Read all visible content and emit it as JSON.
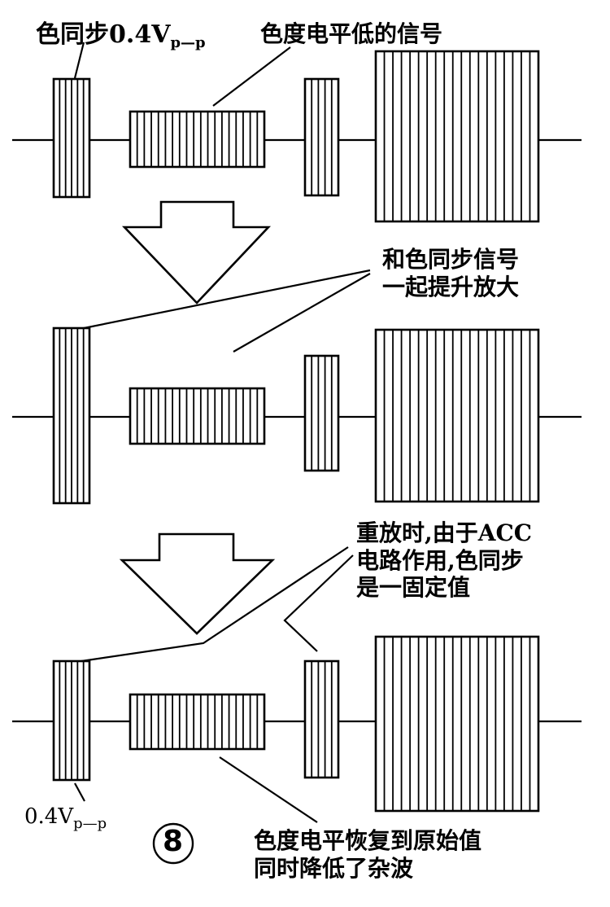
{
  "rows": [
    {
      "name": "row-original",
      "pulses": [
        {
          "name": "color-burst",
          "stripes": 5
        },
        {
          "name": "chroma-block",
          "stripes": 18
        },
        {
          "name": "middle-pulse",
          "stripes": 4
        },
        {
          "name": "large-block",
          "stripes": 18
        }
      ]
    },
    {
      "name": "row-boosted",
      "pulses": [
        {
          "name": "color-burst",
          "stripes": 5
        },
        {
          "name": "chroma-block",
          "stripes": 18
        },
        {
          "name": "middle-pulse",
          "stripes": 4
        },
        {
          "name": "large-block",
          "stripes": 18
        }
      ]
    },
    {
      "name": "row-restored",
      "pulses": [
        {
          "name": "color-burst",
          "stripes": 5
        },
        {
          "name": "chroma-block",
          "stripes": 18
        },
        {
          "name": "middle-pulse",
          "stripes": 4
        },
        {
          "name": "large-block",
          "stripes": 18
        }
      ]
    }
  ],
  "labels": {
    "burst_top": {
      "main": "色同步0.4V",
      "sub": "p—p"
    },
    "chroma_low": "色度电平低的信号",
    "boost_line1": "和色同步信号",
    "boost_line2": "一起提升放大",
    "acc_line1": "重放时,由于ACC",
    "acc_line2": "电路作用,色同步",
    "acc_line3": "是一固定值",
    "burst_bottom": {
      "main": "0.4V",
      "sub": "p—p"
    },
    "figure_number": "⑧",
    "restore_line1": "色度电平恢复到原始值",
    "restore_line2": "同时降低了杂波"
  }
}
